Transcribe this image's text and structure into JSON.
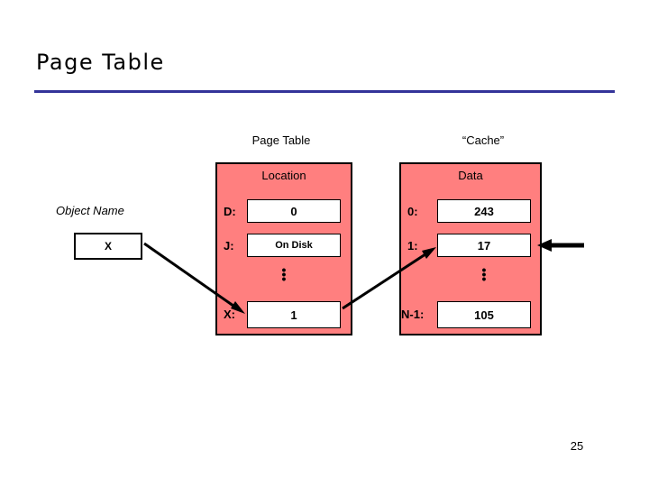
{
  "slide": {
    "title": "Page Table",
    "page_number": "25"
  },
  "headers": {
    "page_table": "Page Table",
    "cache": "“Cache”"
  },
  "columns": {
    "location": "Location",
    "data": "Data"
  },
  "object": {
    "label": "Object Name",
    "value": "X"
  },
  "page_table_rows": [
    {
      "key": "D:",
      "value": "0"
    },
    {
      "key": "J:",
      "value": "On Disk"
    },
    {
      "key": "X:",
      "value": "1"
    }
  ],
  "cache_rows": [
    {
      "key": "0:",
      "value": "243"
    },
    {
      "key": "1:",
      "value": "17"
    },
    {
      "key": "N-1:",
      "value": "105"
    }
  ],
  "ellipsis": {
    "dots": "•"
  },
  "colors": {
    "pink": "#ff7f7f",
    "rule": "#333399",
    "ink": "#000000"
  }
}
